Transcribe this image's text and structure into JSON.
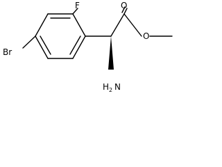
{
  "atoms": {
    "fluorine": "F",
    "bromine": "Br",
    "carbonyl_oxygen": "O",
    "ester_oxygen": "O",
    "amine_h": "H",
    "amine_n": "N",
    "amine_h_count": "2"
  },
  "colors": {
    "bond": "#000000",
    "label": "#000000",
    "background": "#ffffff"
  }
}
